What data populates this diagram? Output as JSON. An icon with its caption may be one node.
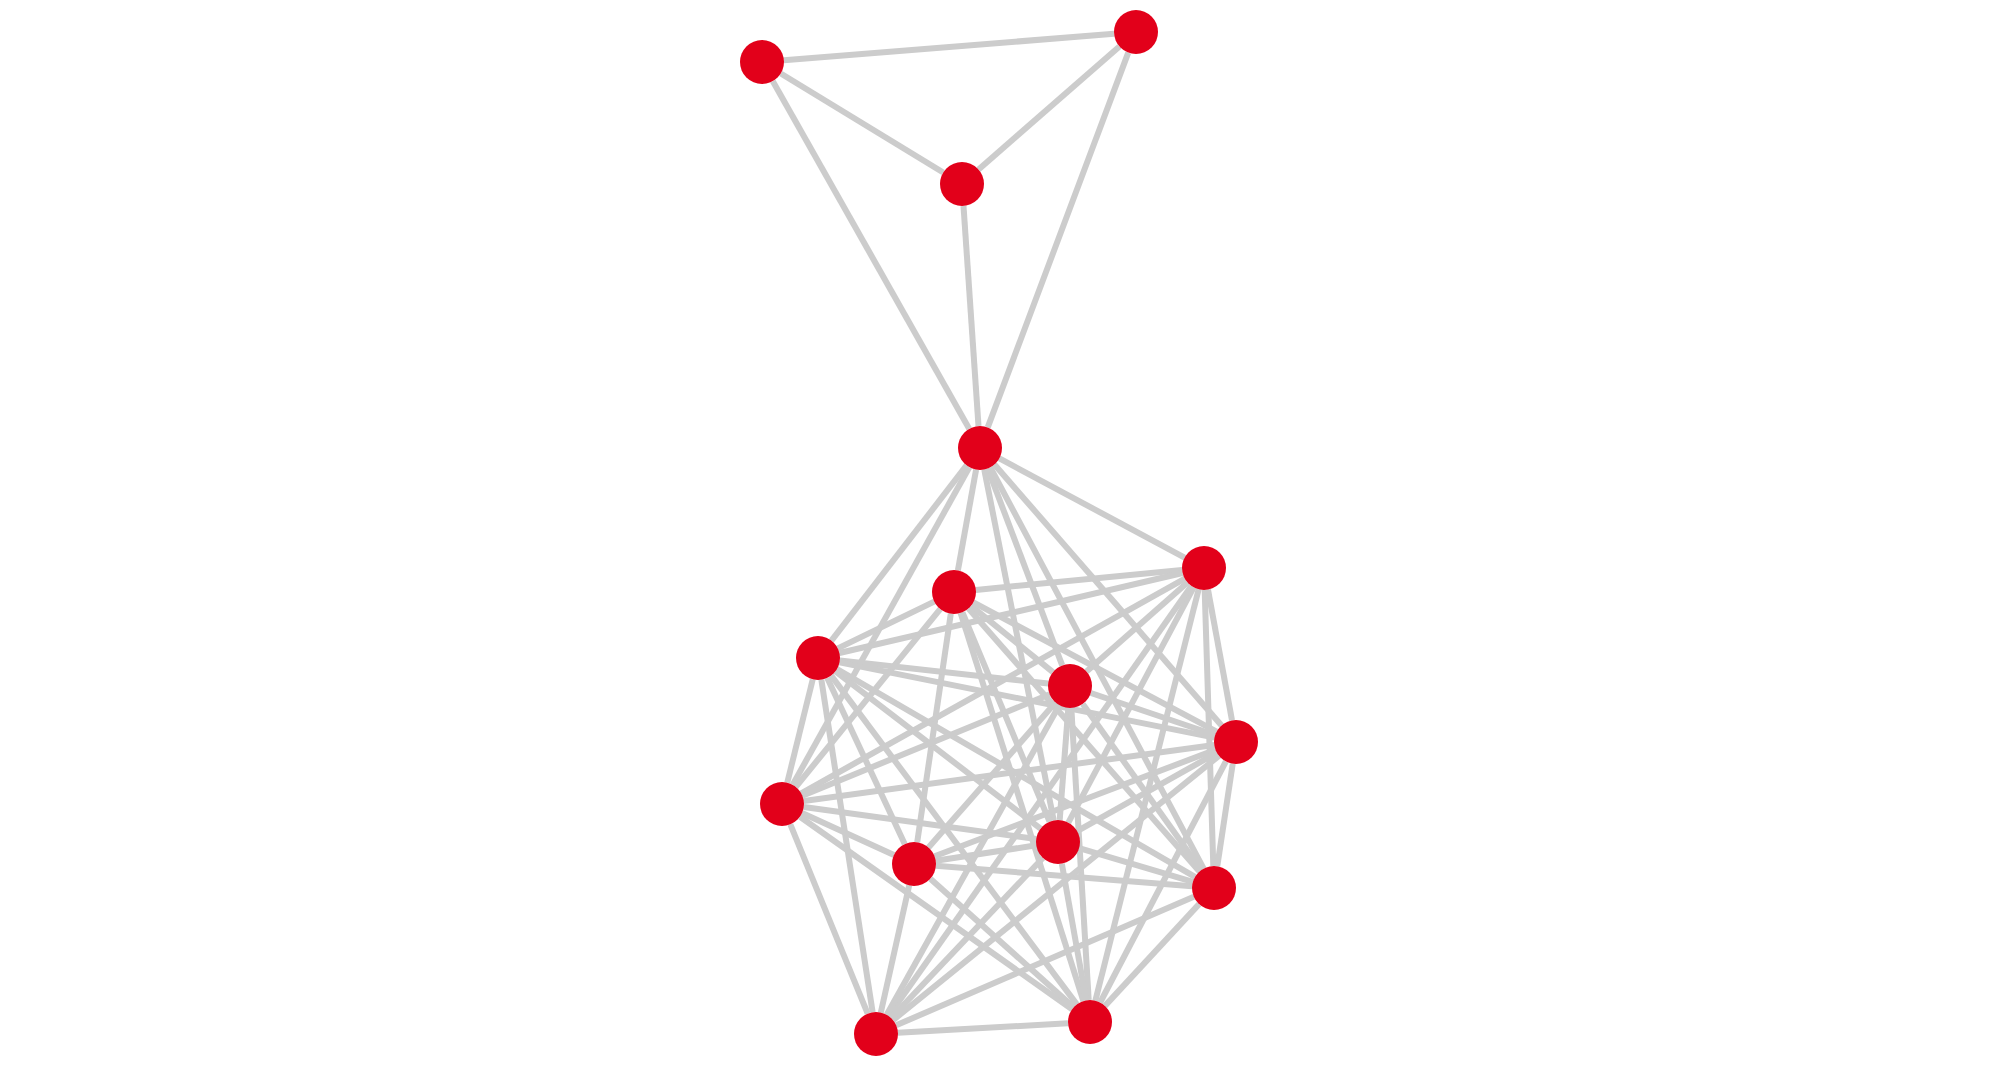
{
  "diagram": {
    "nodes": [
      {
        "text": [],
        "shape": "circle"
      },
      {
        "text": [],
        "shape": "circle"
      },
      {
        "text": [],
        "shape": "circle"
      },
      {
        "text": [],
        "shape": "circle"
      },
      {
        "text": [],
        "shape": "circle"
      },
      {
        "text": [],
        "shape": "circle"
      },
      {
        "text": [],
        "shape": "circle"
      },
      {
        "text": [],
        "shape": "circle"
      },
      {
        "text": [],
        "shape": "circle"
      },
      {
        "text": [],
        "shape": "circle"
      },
      {
        "text": [],
        "shape": "circle"
      },
      {
        "text": [],
        "shape": "circle"
      },
      {
        "text": [],
        "shape": "circle"
      },
      {
        "text": [],
        "shape": "circle"
      },
      {
        "text": [],
        "shape": "circle"
      }
    ],
    "edges": [
      {
        "from": 0,
        "to": 1,
        "arrow": "none"
      },
      {
        "from": 0,
        "to": 2,
        "arrow": "none"
      },
      {
        "from": 1,
        "to": 2,
        "arrow": "none"
      },
      {
        "from": 0,
        "to": 3,
        "arrow": "none"
      },
      {
        "from": 2,
        "to": 3,
        "arrow": "none"
      },
      {
        "from": 1,
        "to": 3,
        "arrow": "none"
      },
      {
        "from": 3,
        "to": 4,
        "arrow": "none"
      },
      {
        "from": 3,
        "to": 5,
        "arrow": "none"
      },
      {
        "from": 3,
        "to": 6,
        "arrow": "none"
      },
      {
        "from": 3,
        "to": 7,
        "arrow": "none"
      },
      {
        "from": 3,
        "to": 8,
        "arrow": "none"
      },
      {
        "from": 3,
        "to": 9,
        "arrow": "none"
      },
      {
        "from": 3,
        "to": 11,
        "arrow": "none"
      },
      {
        "from": 3,
        "to": 12,
        "arrow": "none"
      },
      {
        "from": 4,
        "to": 5,
        "arrow": "none"
      },
      {
        "from": 4,
        "to": 6,
        "arrow": "none"
      },
      {
        "from": 4,
        "to": 7,
        "arrow": "none"
      },
      {
        "from": 4,
        "to": 8,
        "arrow": "none"
      },
      {
        "from": 4,
        "to": 9,
        "arrow": "none"
      },
      {
        "from": 4,
        "to": 11,
        "arrow": "none"
      },
      {
        "from": 4,
        "to": 12,
        "arrow": "none"
      },
      {
        "from": 4,
        "to": 13,
        "arrow": "none"
      },
      {
        "from": 4,
        "to": 14,
        "arrow": "none"
      },
      {
        "from": 5,
        "to": 6,
        "arrow": "none"
      },
      {
        "from": 5,
        "to": 7,
        "arrow": "none"
      },
      {
        "from": 5,
        "to": 8,
        "arrow": "none"
      },
      {
        "from": 5,
        "to": 9,
        "arrow": "none"
      },
      {
        "from": 5,
        "to": 10,
        "arrow": "none"
      },
      {
        "from": 5,
        "to": 11,
        "arrow": "none"
      },
      {
        "from": 5,
        "to": 12,
        "arrow": "none"
      },
      {
        "from": 5,
        "to": 14,
        "arrow": "none"
      },
      {
        "from": 6,
        "to": 7,
        "arrow": "none"
      },
      {
        "from": 6,
        "to": 8,
        "arrow": "none"
      },
      {
        "from": 6,
        "to": 9,
        "arrow": "none"
      },
      {
        "from": 6,
        "to": 10,
        "arrow": "none"
      },
      {
        "from": 6,
        "to": 11,
        "arrow": "none"
      },
      {
        "from": 6,
        "to": 12,
        "arrow": "none"
      },
      {
        "from": 6,
        "to": 13,
        "arrow": "none"
      },
      {
        "from": 6,
        "to": 14,
        "arrow": "none"
      },
      {
        "from": 7,
        "to": 8,
        "arrow": "none"
      },
      {
        "from": 7,
        "to": 9,
        "arrow": "none"
      },
      {
        "from": 7,
        "to": 10,
        "arrow": "none"
      },
      {
        "from": 7,
        "to": 11,
        "arrow": "none"
      },
      {
        "from": 7,
        "to": 12,
        "arrow": "none"
      },
      {
        "from": 7,
        "to": 13,
        "arrow": "none"
      },
      {
        "from": 7,
        "to": 14,
        "arrow": "none"
      },
      {
        "from": 8,
        "to": 9,
        "arrow": "none"
      },
      {
        "from": 8,
        "to": 10,
        "arrow": "none"
      },
      {
        "from": 8,
        "to": 11,
        "arrow": "none"
      },
      {
        "from": 8,
        "to": 12,
        "arrow": "none"
      },
      {
        "from": 8,
        "to": 13,
        "arrow": "none"
      },
      {
        "from": 8,
        "to": 14,
        "arrow": "none"
      },
      {
        "from": 9,
        "to": 10,
        "arrow": "none"
      },
      {
        "from": 9,
        "to": 11,
        "arrow": "none"
      },
      {
        "from": 9,
        "to": 13,
        "arrow": "none"
      },
      {
        "from": 9,
        "to": 14,
        "arrow": "none"
      },
      {
        "from": 10,
        "to": 11,
        "arrow": "none"
      },
      {
        "from": 10,
        "to": 12,
        "arrow": "none"
      },
      {
        "from": 10,
        "to": 13,
        "arrow": "none"
      },
      {
        "from": 10,
        "to": 14,
        "arrow": "none"
      },
      {
        "from": 11,
        "to": 12,
        "arrow": "none"
      },
      {
        "from": 11,
        "to": 13,
        "arrow": "none"
      },
      {
        "from": 11,
        "to": 14,
        "arrow": "none"
      },
      {
        "from": 12,
        "to": 13,
        "arrow": "none"
      },
      {
        "from": 12,
        "to": 14,
        "arrow": "none"
      },
      {
        "from": 13,
        "to": 14,
        "arrow": "none"
      }
    ]
  }
}
